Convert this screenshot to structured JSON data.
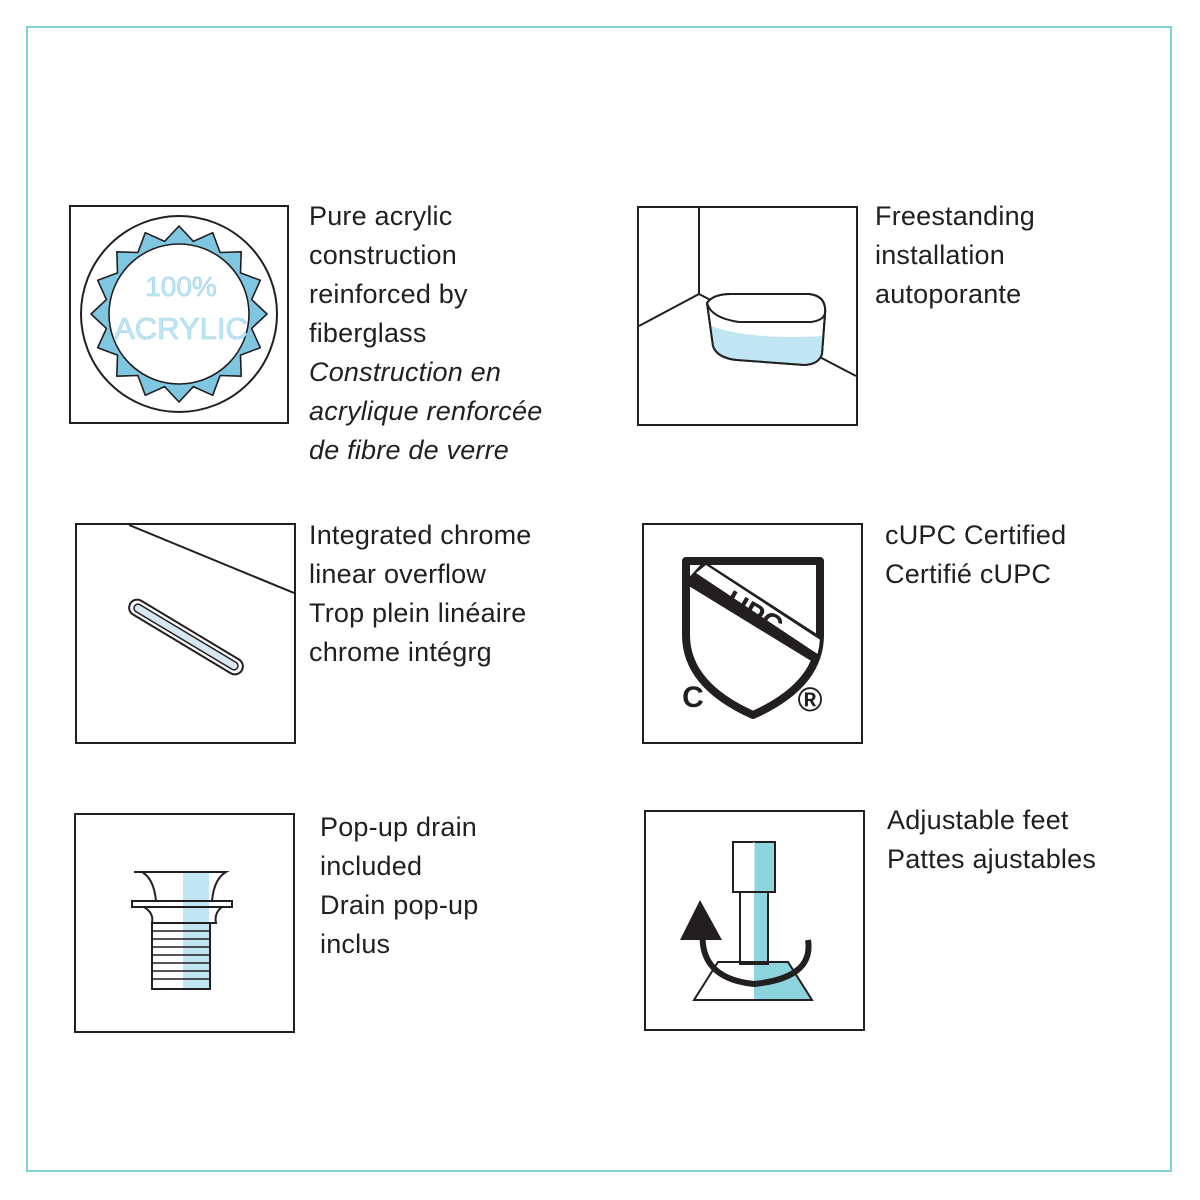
{
  "colors": {
    "frame_border": "#7dd3d8",
    "accent_light_blue": "#bfe6f2",
    "accent_blue": "#7fc6e0",
    "accent_teal": "#8ed4df",
    "ink": "#231f20"
  },
  "features": {
    "acrylic": {
      "icon": "acrylic-seal-icon",
      "badge_line1": "100%",
      "badge_line2": "ACRYLIC",
      "lines": [
        "Pure acrylic",
        "construction",
        "reinforced by",
        "fiberglass",
        "Construction en",
        "acrylique renforcée",
        "de fibre de verre"
      ]
    },
    "freestanding": {
      "icon": "freestanding-tub-icon",
      "lines": [
        "Freestanding",
        "installation",
        "autoporante"
      ]
    },
    "overflow": {
      "icon": "linear-overflow-icon",
      "lines": [
        "Integrated chrome",
        "linear overflow",
        "Trop plein linéaire",
        "chrome intégrg"
      ]
    },
    "cupc": {
      "icon": "cupc-shield-icon",
      "logo_text": "UPC",
      "logo_c": "C",
      "logo_r": "®",
      "lines": [
        "cUPC Certified",
        "Certifié cUPC"
      ]
    },
    "drain": {
      "icon": "popup-drain-icon",
      "lines": [
        "Pop-up drain",
        "included",
        "Drain pop-up",
        "inclus"
      ]
    },
    "feet": {
      "icon": "adjustable-foot-icon",
      "lines": [
        "Adjustable feet",
        "Pattes ajustables"
      ]
    }
  }
}
